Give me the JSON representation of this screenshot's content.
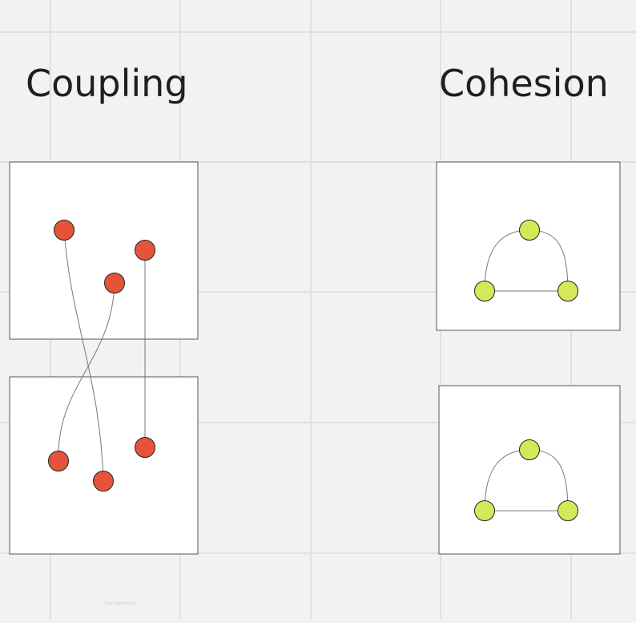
{
  "titles": {
    "coupling": "Coupling",
    "cohesion": "Cohesion"
  },
  "placeholder_text": "Type something",
  "colors": {
    "canvas_background": "#f2f2f2",
    "grid_line": "#e0e0e0",
    "frame_fill": "#ffffff",
    "frame_border": "#555555",
    "title_text": "#1f1f1f",
    "coupling_node": "#e5533a",
    "cohesion_node": "#d4e85a",
    "node_outline": "#222222",
    "connector": "#777777",
    "placeholder_text": "#c8c8c8"
  },
  "icons": {
    "coupling_node": "filled-circle",
    "cohesion_node": "filled-circle"
  }
}
